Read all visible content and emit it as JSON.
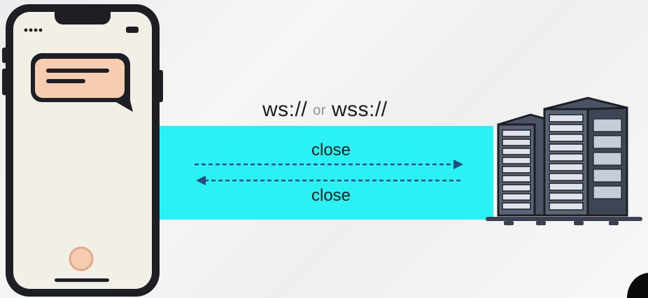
{
  "protocol": {
    "ws": "ws://",
    "or": "or",
    "wss": "wss://"
  },
  "arrows": {
    "forward_label": "close",
    "backward_label": "close"
  },
  "icons": {
    "client": "smartphone-chat-icon",
    "server": "server-rack-icon"
  },
  "colors": {
    "channel": "#2af2f4",
    "arrow": "#2b4c7e",
    "bubble": "#f6cdb0",
    "outline": "#1d1f24"
  }
}
